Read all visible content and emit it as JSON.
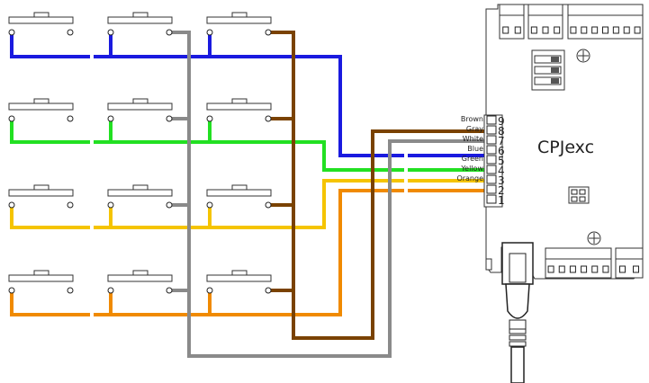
{
  "device": {
    "name": "CPJexc"
  },
  "wire_colors": {
    "Blue": "#1a1adf",
    "Green": "#22e022",
    "Yellow": "#f5c400",
    "Orange": "#f08a00",
    "Brown": "#7a4200",
    "Gray": "#8a8a8a",
    "White": "#ffffff"
  },
  "connector": {
    "pins": [
      {
        "number": "9",
        "wire": "Brown"
      },
      {
        "number": "8",
        "wire": "Gray"
      },
      {
        "number": "7",
        "wire": "White"
      },
      {
        "number": "6",
        "wire": "Blue"
      },
      {
        "number": "5",
        "wire": "Green"
      },
      {
        "number": "4",
        "wire": "Yellow"
      },
      {
        "number": "3",
        "wire": "Orange"
      },
      {
        "number": "2",
        "wire": ""
      },
      {
        "number": "1",
        "wire": ""
      }
    ]
  },
  "keypad": {
    "rows": 4,
    "columns": 3
  },
  "icons": [
    "pushbutton-icon",
    "screw-terminal-icon",
    "dip-switch-icon",
    "usb-plug-icon",
    "led-icon"
  ]
}
